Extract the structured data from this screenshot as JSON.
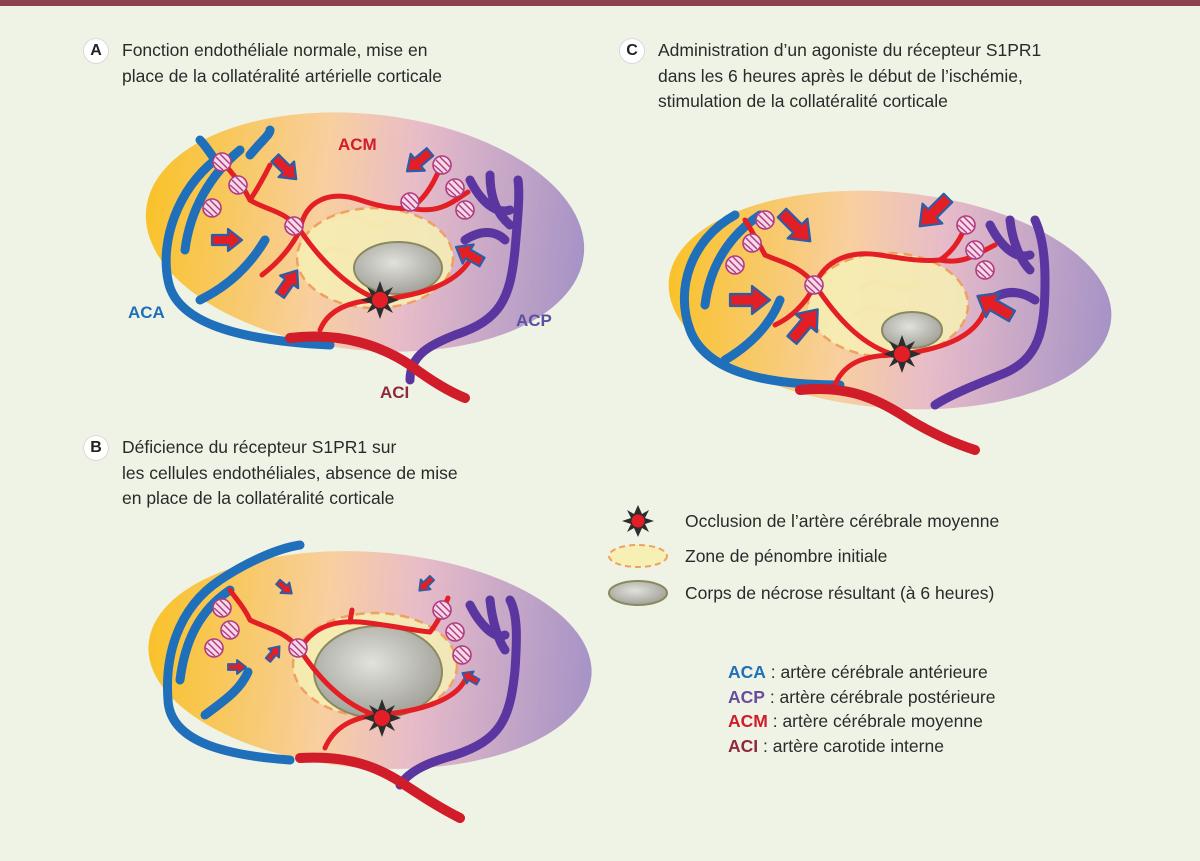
{
  "panels": {
    "a": {
      "letter": "A",
      "lines": [
        "Fonction endothéliale normale, mise en",
        "place de la collatéralité artérielle corticale"
      ]
    },
    "b": {
      "letter": "B",
      "lines": [
        "Déficience du récepteur S1PR1 sur",
        "les cellules endothéliales, absence de mise",
        "en place de la collatéralité corticale"
      ]
    },
    "c": {
      "letter": "C",
      "lines": [
        "Administration d’un agoniste du récepteur S1PR1",
        "dans les 6 heures après le début de l’ischémie,",
        "stimulation de la collatéralité corticale"
      ]
    }
  },
  "vessel_labels": {
    "aca": "ACA",
    "acm": "ACM",
    "acp": "ACP",
    "aci": "ACI"
  },
  "legend": [
    {
      "icon": "occlusion-star-icon",
      "text": "Occlusion de l’artère cérébrale moyenne"
    },
    {
      "icon": "penumbra-zone-icon",
      "text": "Zone de pénombre initiale"
    },
    {
      "icon": "necrosis-core-icon",
      "text": "Corps de nécrose résultant (à 6 heures)"
    }
  ],
  "abbreviations": [
    {
      "abbr": "ACA",
      "text": " : artère cérébrale antérieure",
      "color": "#1f6fba"
    },
    {
      "abbr": "ACP",
      "text": " : artère cérébrale postérieure",
      "color": "#6a4c9c"
    },
    {
      "abbr": "ACM",
      "text": " : artère cérébrale moyenne",
      "color": "#d11c2a"
    },
    {
      "abbr": "ACI",
      "text": " : artère carotide interne",
      "color": "#8e2a3c"
    }
  ],
  "colors": {
    "aca": "#1f6fba",
    "acp": "#5b36a0",
    "acm": "#e31e24",
    "aci": "#8e2a3c",
    "penumbra_fill": "#f6f0b4",
    "penumbra_stroke": "#f0a060",
    "necrosis": "#b6b6b0",
    "top_bar": "#8e4150",
    "background": "#eef3e6"
  }
}
